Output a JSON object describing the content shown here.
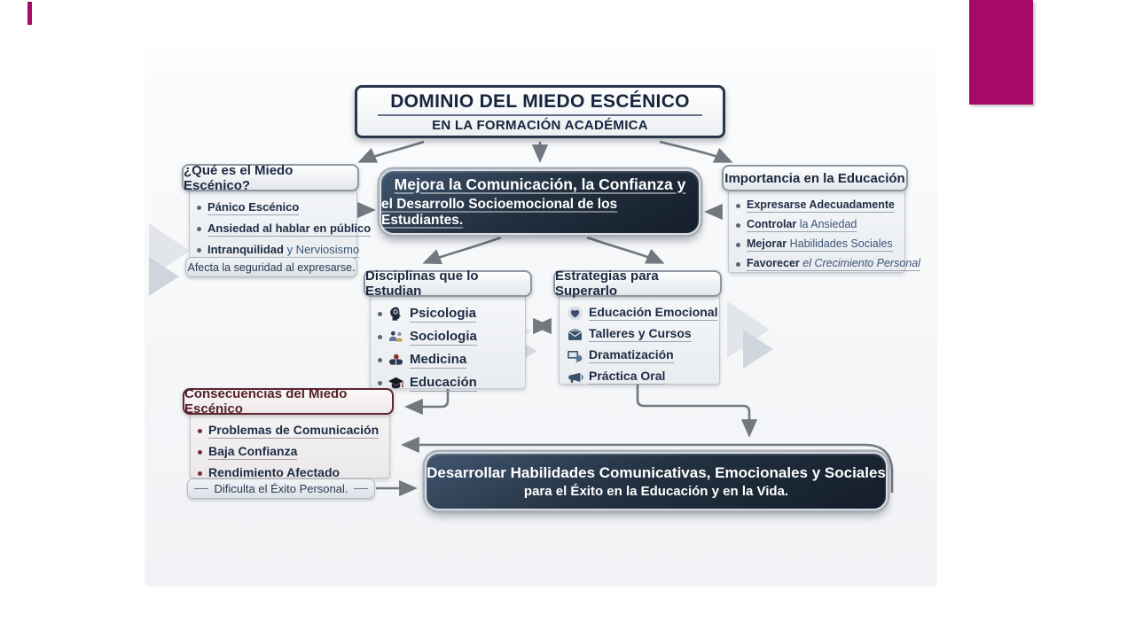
{
  "colors": {
    "accent_magenta": "#a50b66",
    "navy_text": "#1b2940",
    "navy_box": "#22303f",
    "maroon": "#5f2530",
    "arrow_gray": "#717880"
  },
  "title": {
    "line1": "DOMINIO DEL MIEDO ESCÉNICO",
    "line2": "EN LA FORMACIÓN ACADÉMICA"
  },
  "que_es": {
    "header": "¿Qué es el Miedo Escénico?",
    "items": [
      {
        "lead": "Pánico Escénico",
        "rest": ""
      },
      {
        "lead": "Ansiedad al hablar en público",
        "rest": ""
      },
      {
        "lead": "Intranquilidad",
        "rest": " y Nerviosismo"
      }
    ],
    "footer": "Afecta la seguridad al expresarse."
  },
  "center_banner": {
    "line1": "Mejora la Comunicación, la Confianza y",
    "line2": "el Desarrollo Socioemocional de los Estudiantes."
  },
  "importancia": {
    "header": "Importancia en la Educación",
    "items": [
      {
        "lead": "Expresarse Adecuadamente",
        "rest": ""
      },
      {
        "lead": "Controlar",
        "rest": " la Ansiedad"
      },
      {
        "lead": "Mejorar",
        "rest": " Habilidades Sociales"
      },
      {
        "lead": "Favorecer",
        "rest": " el Crecimiento Personal"
      }
    ]
  },
  "disciplinas": {
    "header": "Disciplinas que lo Estudian",
    "items": [
      {
        "icon": "psychology-head-icon",
        "label": "Psicologia"
      },
      {
        "icon": "people-icon",
        "label": "Sociologia"
      },
      {
        "icon": "medicine-icon",
        "label": "Medicina"
      },
      {
        "icon": "graduation-cap-icon",
        "label": "Educación"
      }
    ]
  },
  "estrategias": {
    "header": "Estrategias para Superarlo",
    "items": [
      {
        "icon": "heart-icon",
        "label": "Educación Emocional"
      },
      {
        "icon": "workshop-envelope-icon",
        "label": "Talleres y Cursos"
      },
      {
        "icon": "drama-screen-icon",
        "label": "Dramatización"
      },
      {
        "icon": "megaphone-icon",
        "label": "Práctica Oral"
      }
    ]
  },
  "consecuencias": {
    "header": "Consecuencias del Miedo Escénico",
    "items": [
      {
        "lead": "Problemas de Comunicación",
        "rest": ""
      },
      {
        "lead": "Baja Confianza",
        "rest": ""
      },
      {
        "lead": "Rendimiento Afectado",
        "rest": ""
      }
    ],
    "footer": "Dificulta el Éxito Personal."
  },
  "bottom_banner": {
    "line1": "Desarrollar Habilidades Comunicativas, Emocionales y Sociales",
    "line2": "para el Éxito en la Educación y en la Vida."
  }
}
